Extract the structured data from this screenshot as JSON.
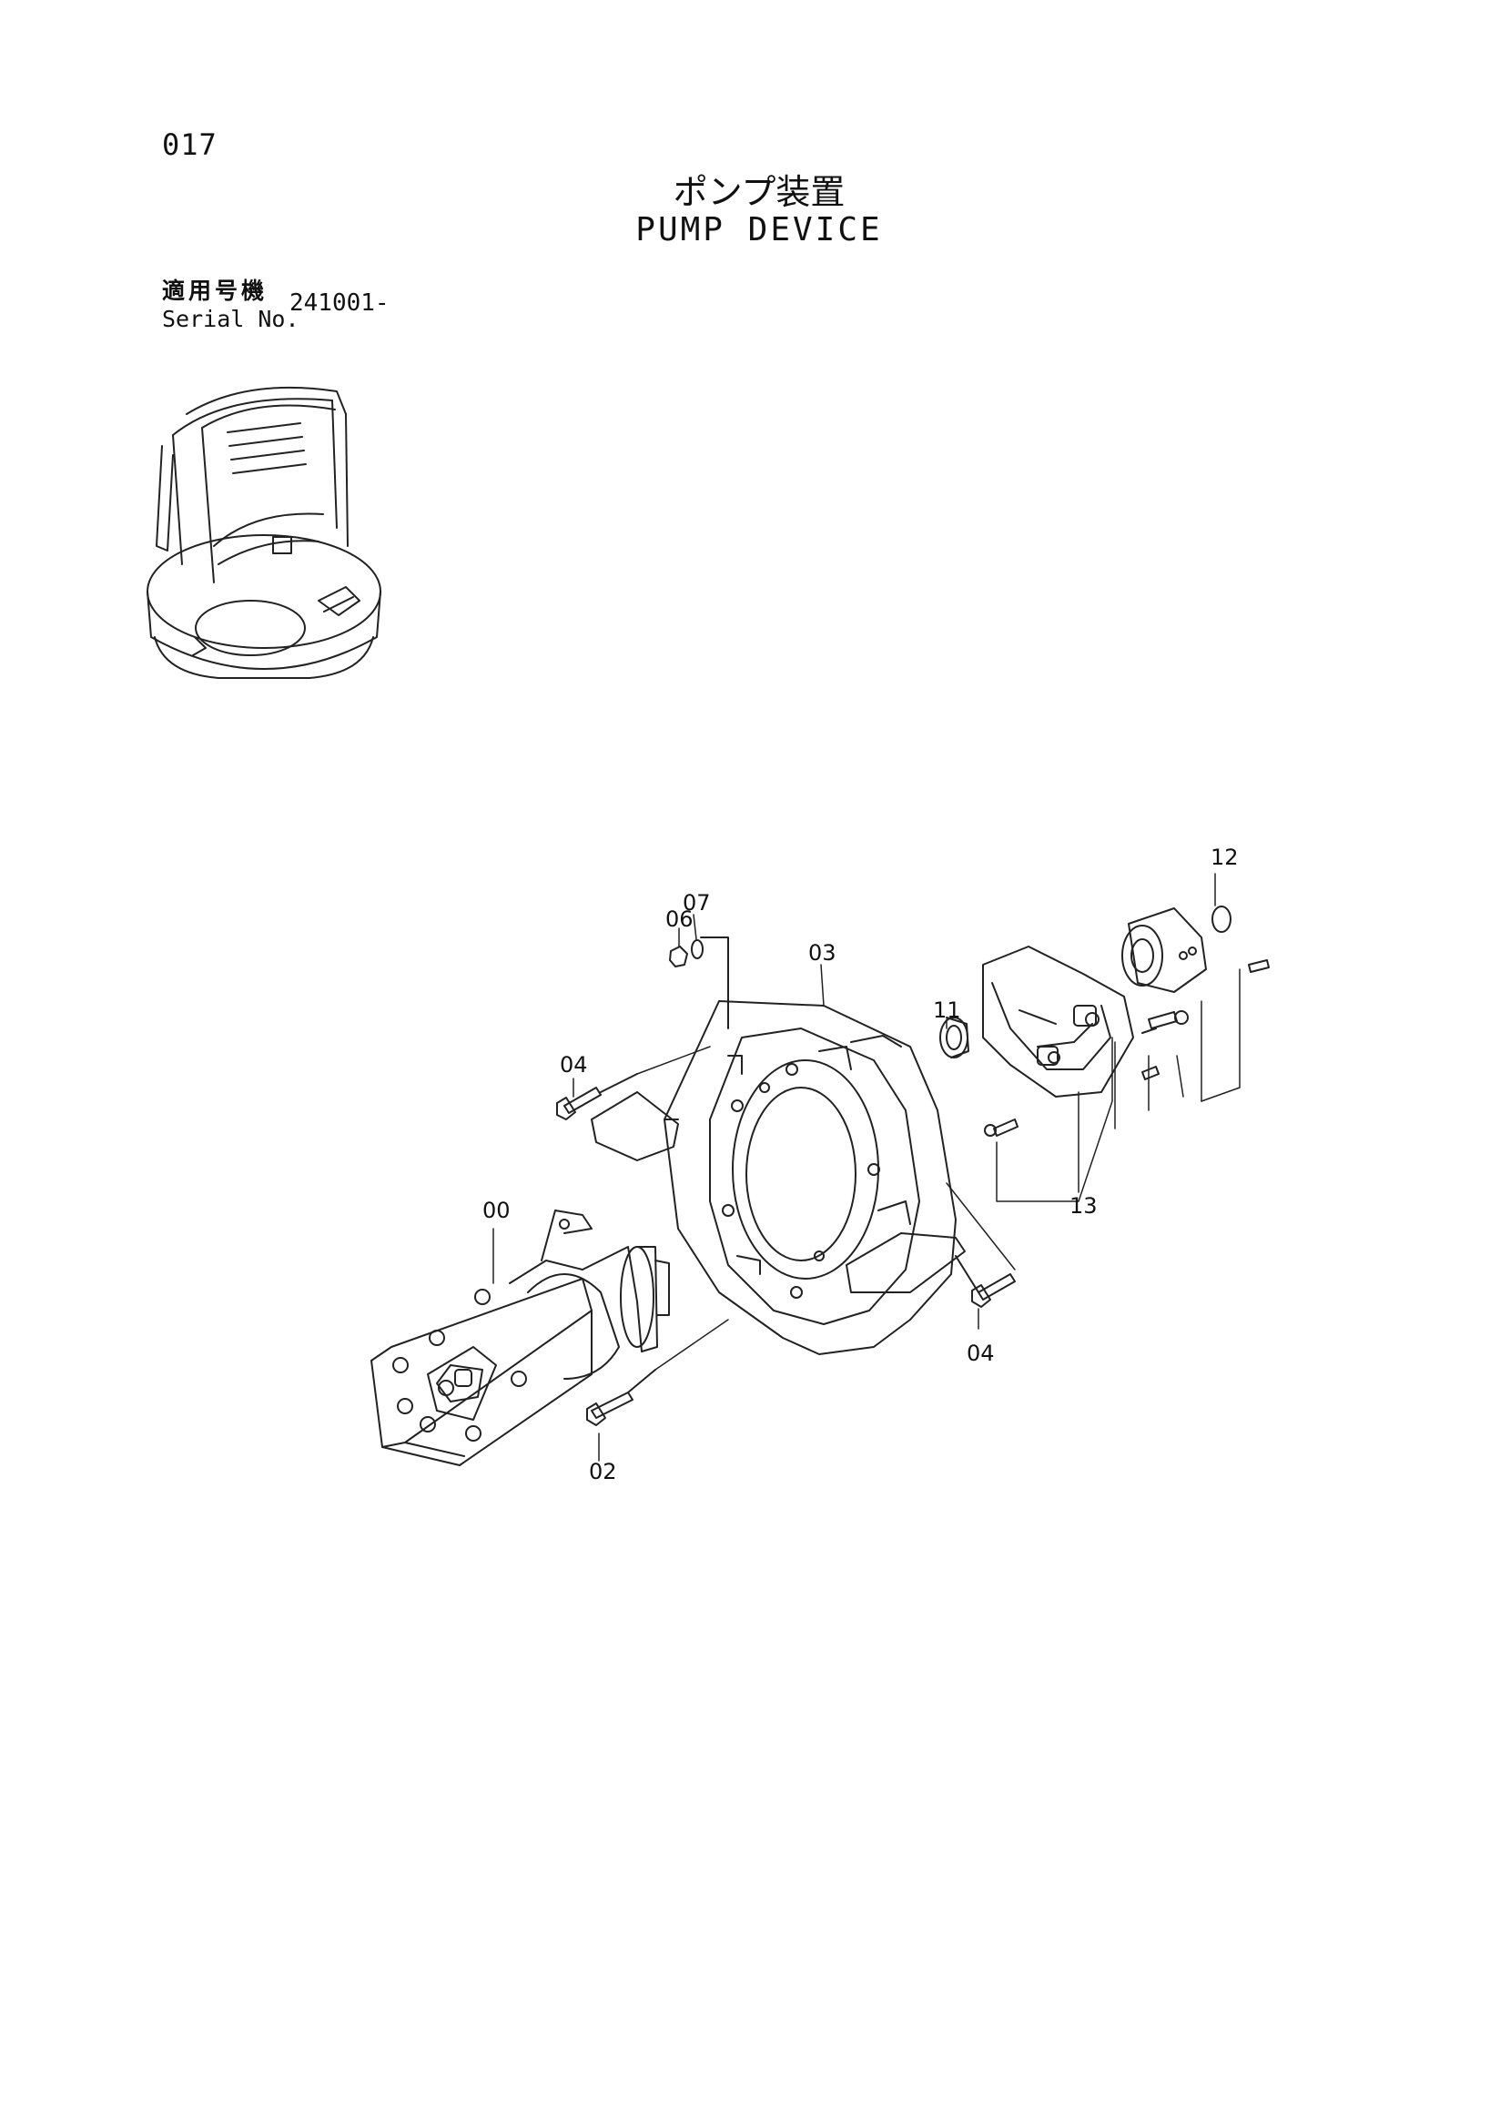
{
  "page": {
    "number": "017",
    "title_jp": "ポンプ装置",
    "title_en": "PUMP DEVICE"
  },
  "serial": {
    "label_jp": "適用号機",
    "label_en": "Serial No.",
    "value": "241001-"
  },
  "callouts": {
    "c00": "00",
    "c02": "02",
    "c03": "03",
    "c04a": "04",
    "c04b": "04",
    "c06": "06",
    "c07": "07",
    "c11": "11",
    "c12": "12",
    "c13": "13"
  },
  "colors": {
    "line": "#222222"
  }
}
